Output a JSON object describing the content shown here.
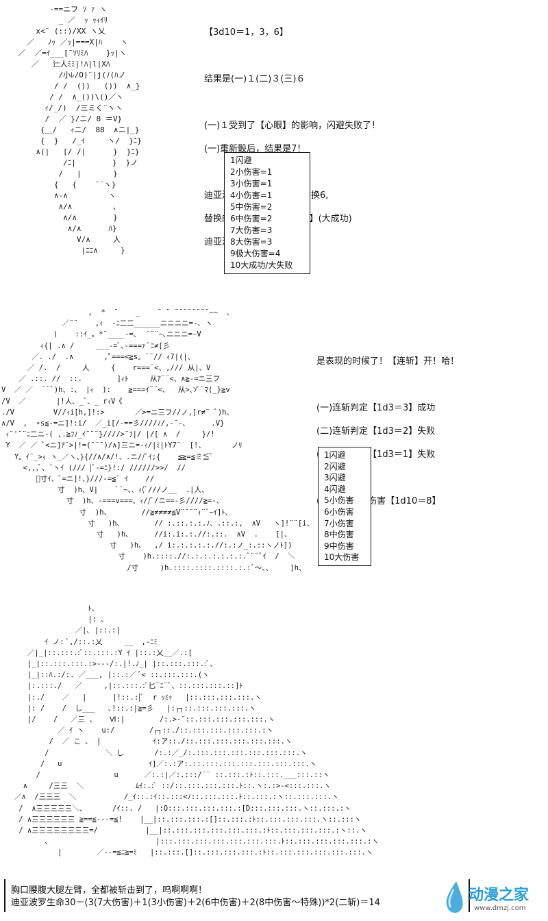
{
  "panel1": {
    "lines": [
      "【3d10＝1，3，6】",
      "",
      "结果是(一)１(二)３(三)６",
      "",
      "(一)１受到了【心眼】的影响，闪避失败了！",
      "(一)重新骰后，结果是7！",
      "",
      "迪亚波罗尝试用【预示】替换6,",
      "替换的结果是10【1d2＝1】(大成功)",
      "迪亚波罗放弃了替换！"
    ],
    "table": [
      "1闪避",
      "2小伤害=1",
      "3小伤害=1",
      "4小伤害=1",
      "5中伤害=2",
      "6中伤害=2",
      "7大伤害=3",
      "8大伤害=3",
      "9极大伤害=4",
      "10大成功/大失败"
    ]
  },
  "panel2": {
    "lines": [
      "是表现的时候了！【连斩】开！哈！",
      "",
      "(一)连斩判定【1d3＝3】成功",
      "(二)连斩判定【1d3＝2】失败",
      "(三)连斩判定【1d3＝1】失败",
      "",
      "(一)连斩判定伤害【1d10＝8】"
    ],
    "table": [
      "1闪避",
      "2闪避",
      "3闪避",
      "4闪避",
      "5小伤害",
      "6小伤害",
      "7小伤害",
      "8中伤害",
      "9中伤害",
      "10大伤害"
    ]
  },
  "bottom": {
    "line1": "胸口腰腹大腿左臂，全都被斩击到了，呜啊啊啊！",
    "line2": "迪亚波罗生命30－(3(7大伤害)＋1(3小伤害)＋2(6中伤害)＋2(8中伤害～特殊))*2(二斩)＝14"
  },
  "logo": {
    "name": "动漫之家",
    "url": "www.dmzj.com",
    "color": "#2a9fd6"
  }
}
